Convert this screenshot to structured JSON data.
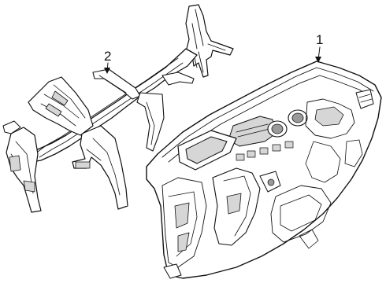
{
  "callouts": [
    {
      "label": "1",
      "part": "instrument-panel"
    },
    {
      "label": "2",
      "part": "cross-car-beam"
    }
  ]
}
